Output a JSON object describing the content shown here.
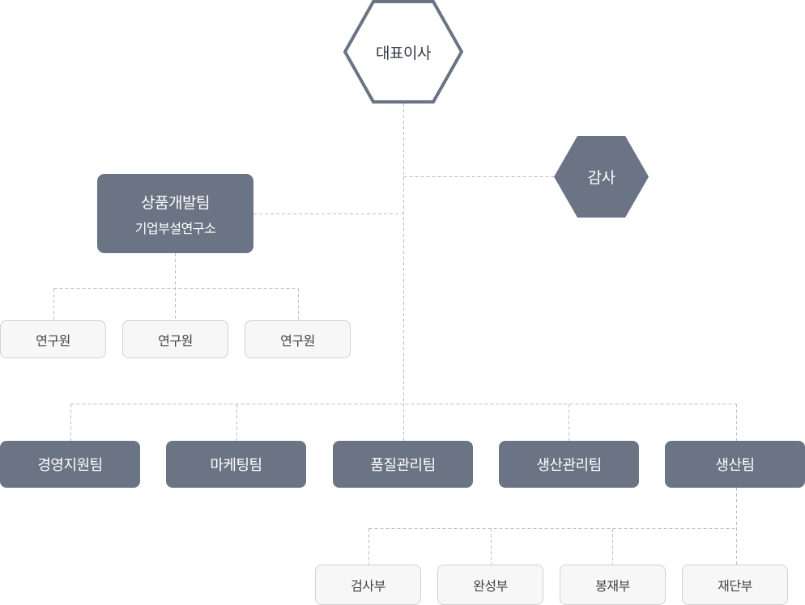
{
  "chart": {
    "ceo": "대표이사",
    "auditor": "감사",
    "lab": {
      "title": "상품개발팀",
      "subtitle": "기업부설연구소",
      "researchers": [
        "연구원",
        "연구원",
        "연구원"
      ]
    },
    "departments": [
      "경영지원팀",
      "마케팅팀",
      "품질관리팀",
      "생산관리팀",
      "생산팀"
    ],
    "production_units": [
      "검사부",
      "완성부",
      "봉재부",
      "재단부"
    ]
  },
  "colors": {
    "node_fill": "#6b7485",
    "node_text": "#ffffff",
    "ceo_outline": "#6b7485",
    "sub_fill": "#f7f7f7",
    "sub_border": "#cfd1d4",
    "connector": "#b9bcc2"
  }
}
